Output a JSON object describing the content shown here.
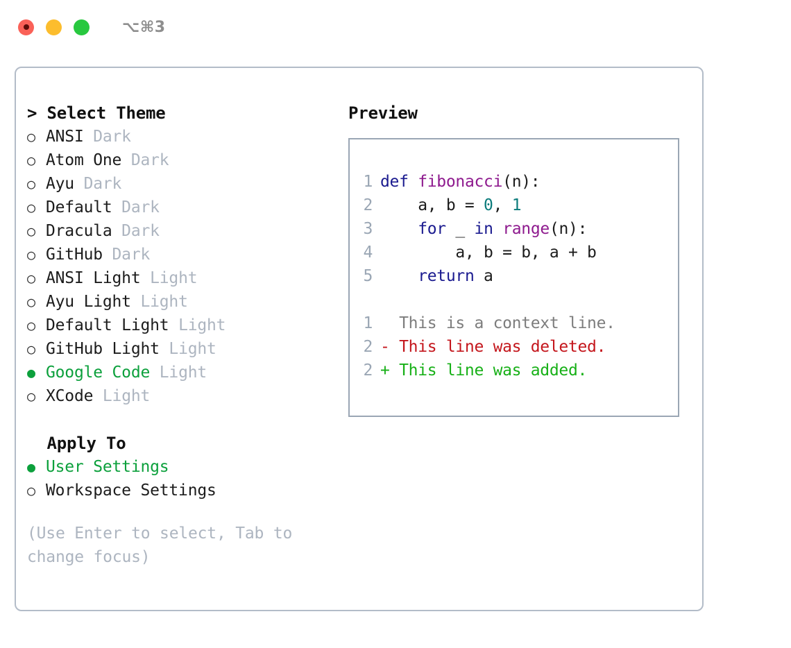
{
  "titlebar": {
    "traffic_lights": [
      {
        "name": "close",
        "color": "#fa6158",
        "recording": true
      },
      {
        "name": "minimize",
        "color": "#fcbd2d",
        "recording": false
      },
      {
        "name": "maximize",
        "color": "#28c83f",
        "recording": false
      }
    ],
    "shortcut_hint": "⌥⌘3"
  },
  "theme_section": {
    "header": "> Select Theme",
    "options": [
      {
        "marker": "○",
        "label": "ANSI",
        "variant": "Dark",
        "selected": false
      },
      {
        "marker": "○",
        "label": "Atom One",
        "variant": "Dark",
        "selected": false
      },
      {
        "marker": "○",
        "label": "Ayu",
        "variant": "Dark",
        "selected": false
      },
      {
        "marker": "○",
        "label": "Default",
        "variant": "Dark",
        "selected": false
      },
      {
        "marker": "○",
        "label": "Dracula",
        "variant": "Dark",
        "selected": false
      },
      {
        "marker": "○",
        "label": "GitHub",
        "variant": "Dark",
        "selected": false
      },
      {
        "marker": "○",
        "label": "ANSI Light",
        "variant": "Light",
        "selected": false
      },
      {
        "marker": "○",
        "label": "Ayu Light",
        "variant": "Light",
        "selected": false
      },
      {
        "marker": "○",
        "label": "Default Light",
        "variant": "Light",
        "selected": false
      },
      {
        "marker": "○",
        "label": "GitHub Light",
        "variant": "Light",
        "selected": false
      },
      {
        "marker": "●",
        "label": "Google Code",
        "variant": "Light",
        "selected": true
      },
      {
        "marker": "○",
        "label": "XCode",
        "variant": "Light",
        "selected": false
      }
    ]
  },
  "apply_section": {
    "header": "  Apply To",
    "options": [
      {
        "marker": "●",
        "label": "User Settings",
        "variant": "",
        "selected": true
      },
      {
        "marker": "○",
        "label": "Workspace Settings",
        "variant": "",
        "selected": false
      }
    ]
  },
  "hint": "(Use Enter to select, Tab to change focus)",
  "preview": {
    "title": "Preview",
    "code_lines": [
      {
        "num": "1",
        "tokens": [
          {
            "t": "def ",
            "cls": "tok-kw"
          },
          {
            "t": "fibonacci",
            "cls": "tok-fn"
          },
          {
            "t": "(n):",
            "cls": "tok-plain"
          }
        ]
      },
      {
        "num": "2",
        "tokens": [
          {
            "t": "    a, b = ",
            "cls": "tok-plain"
          },
          {
            "t": "0",
            "cls": "tok-num"
          },
          {
            "t": ", ",
            "cls": "tok-plain"
          },
          {
            "t": "1",
            "cls": "tok-num"
          }
        ]
      },
      {
        "num": "3",
        "tokens": [
          {
            "t": "    ",
            "cls": "tok-plain"
          },
          {
            "t": "for",
            "cls": "tok-kw"
          },
          {
            "t": " _ ",
            "cls": "tok-plain"
          },
          {
            "t": "in",
            "cls": "tok-kw"
          },
          {
            "t": " ",
            "cls": "tok-plain"
          },
          {
            "t": "range",
            "cls": "tok-fn"
          },
          {
            "t": "(n):",
            "cls": "tok-plain"
          }
        ]
      },
      {
        "num": "4",
        "tokens": [
          {
            "t": "        a, b = b, a + b",
            "cls": "tok-plain"
          }
        ]
      },
      {
        "num": "5",
        "tokens": [
          {
            "t": "    ",
            "cls": "tok-plain"
          },
          {
            "t": "return",
            "cls": "tok-kw"
          },
          {
            "t": " a",
            "cls": "tok-plain"
          }
        ]
      }
    ],
    "diff_lines": [
      {
        "num": "1",
        "text": "  This is a context line.",
        "kind": "diff-ctx"
      },
      {
        "num": "2",
        "text": "- This line was deleted.",
        "kind": "diff-del"
      },
      {
        "num": "2",
        "text": "+ This line was added.",
        "kind": "diff-add"
      }
    ]
  },
  "colors": {
    "accent_green": "#0ca03c",
    "muted_gray": "#adb5c0",
    "border": "#b3bcc8",
    "keyword_blue": "#1a1a8f",
    "function_magenta": "#8e1a8e",
    "number_teal": "#0b7b7b",
    "diff_deleted_red": "#c4161c",
    "diff_added_green": "#17b017"
  }
}
